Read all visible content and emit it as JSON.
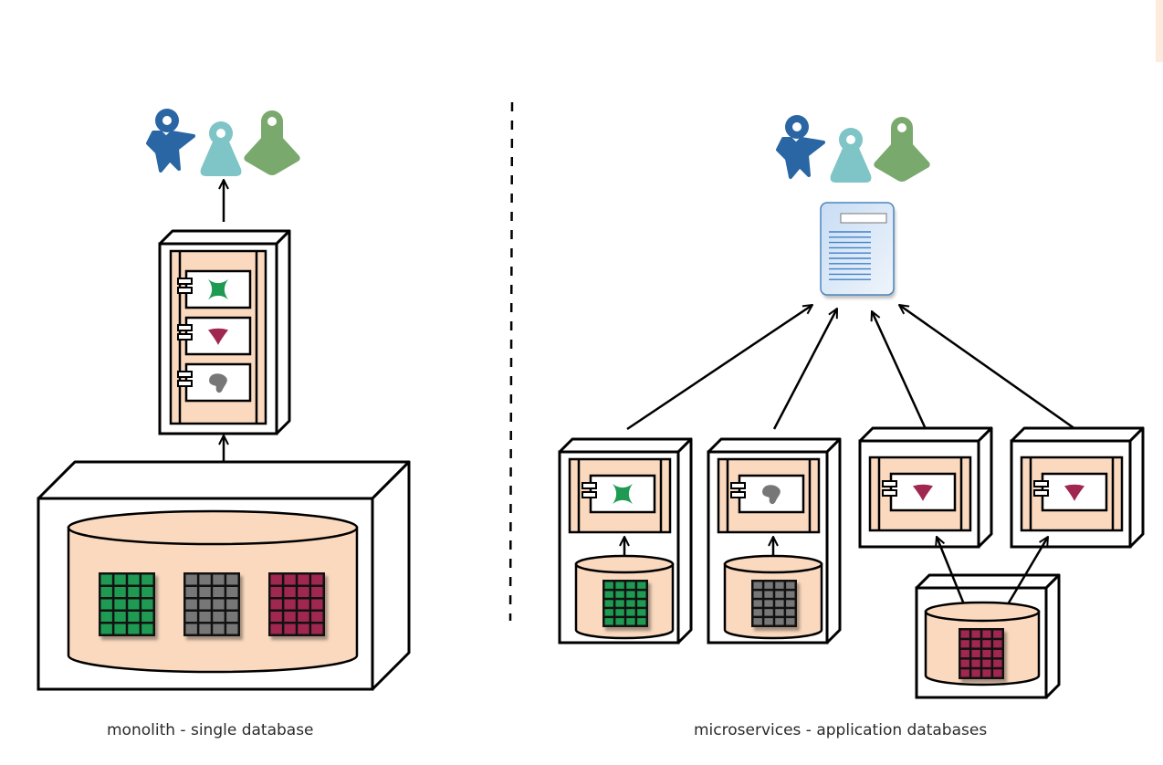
{
  "colors": {
    "stroke": "#000000",
    "box_fill": "#ffffff",
    "peach": "#fad9bf",
    "green": "#1e9a52",
    "gray": "#777777",
    "crimson": "#a0274f",
    "user_blue": "#2a66a3",
    "user_teal": "#7fc4c6",
    "user_green": "#7aa96d",
    "doc_fill": "#dce9f7",
    "doc_stroke": "#4b86be",
    "doc_lines": "#3f80c7"
  },
  "left_panel": {
    "caption": "monolith - single database",
    "users": [
      "user-blue",
      "user-teal",
      "user-green"
    ],
    "app_components": [
      "green-x",
      "crimson-triangle",
      "gray-blob"
    ],
    "database_tables": [
      "green",
      "gray",
      "crimson"
    ]
  },
  "right_panel": {
    "caption": "microservices - application databases",
    "users": [
      "user-blue",
      "user-teal",
      "user-green"
    ],
    "gateway": "document-icon",
    "services": [
      {
        "component": "green-x",
        "has_own_db": true,
        "table": "green"
      },
      {
        "component": "gray-blob",
        "has_own_db": true,
        "table": "gray"
      },
      {
        "component": "crimson-triangle",
        "has_own_db": false
      },
      {
        "component": "crimson-triangle",
        "has_own_db": false
      }
    ],
    "shared_database": {
      "table": "crimson",
      "shared_by_services": [
        3,
        4
      ]
    }
  },
  "separator": "dashed-vertical-line"
}
